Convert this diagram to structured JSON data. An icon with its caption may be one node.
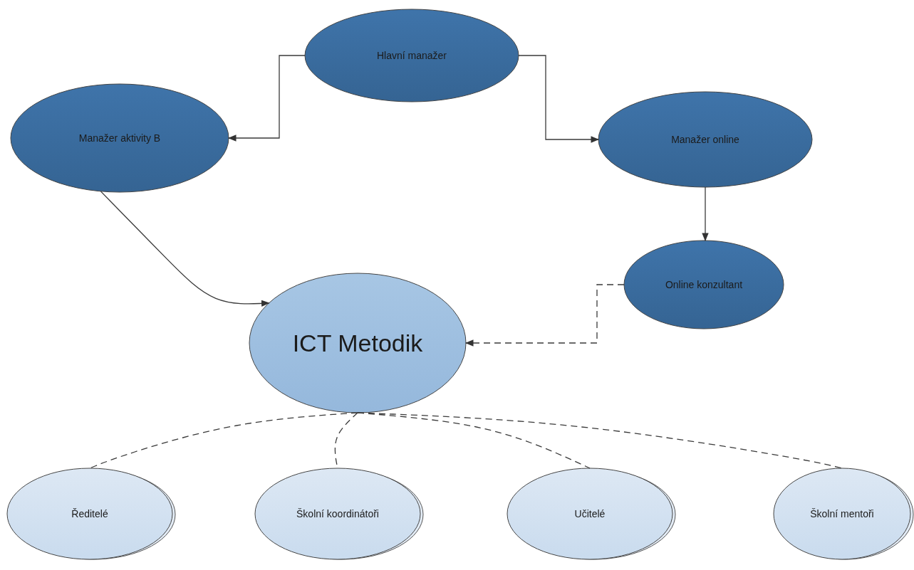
{
  "diagram": {
    "nodes": [
      {
        "text": [
          "Hlavní manažer"
        ]
      },
      {
        "text": [
          "Manažer aktivity B"
        ]
      },
      {
        "text": [
          "Manažer online"
        ]
      },
      {
        "text": [
          "Online konzultant"
        ]
      },
      {
        "text": [
          "ICT Metodik"
        ]
      },
      {
        "text": [
          "Ředitelé"
        ]
      },
      {
        "text": [
          "Školní koordinátoři"
        ]
      },
      {
        "text": [
          "Učitelé"
        ]
      },
      {
        "text": [
          "Školní mentoři"
        ]
      }
    ],
    "edges": [
      {
        "from": 0,
        "to": 1,
        "arrow": "to"
      },
      {
        "from": 0,
        "to": 2,
        "arrow": "to"
      },
      {
        "from": 2,
        "to": 3,
        "arrow": "to"
      },
      {
        "from": 1,
        "to": 4,
        "arrow": "to"
      },
      {
        "from": 3,
        "to": 4,
        "arrow": "to",
        "style": "dashed"
      },
      {
        "from": 4,
        "to": 5,
        "arrow": "none",
        "style": "dashed"
      },
      {
        "from": 4,
        "to": 6,
        "arrow": "none",
        "style": "dashed"
      },
      {
        "from": 4,
        "to": 7,
        "arrow": "none",
        "style": "dashed"
      },
      {
        "from": 4,
        "to": 8,
        "arrow": "none",
        "style": "dashed"
      }
    ]
  }
}
